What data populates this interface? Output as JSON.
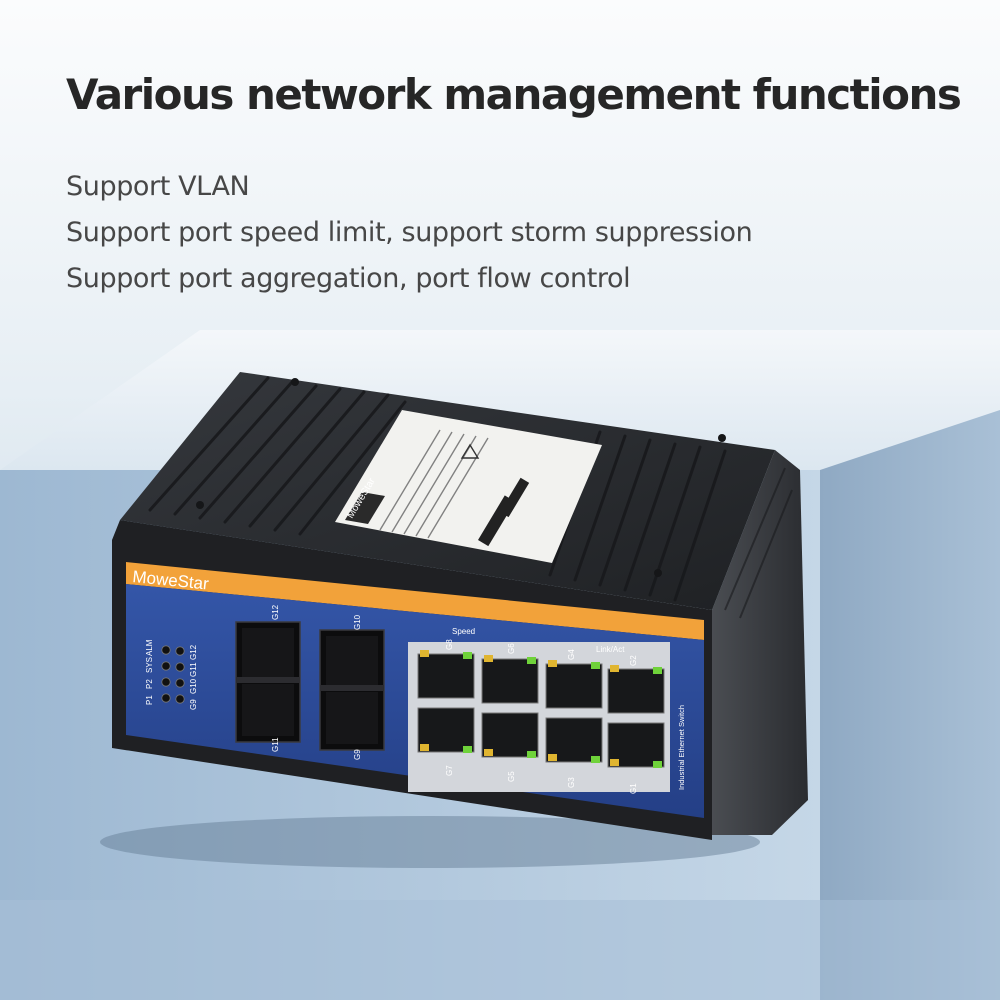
{
  "headline": "Various network management functions",
  "features": [
    "Support VLAN",
    "Support port speed limit, support storm suppression",
    "Support port aggregation, port flow control"
  ],
  "device": {
    "brand": "MoweStar",
    "label_brand": "MoweStar",
    "side_text": "Industrial Ethernet Switch",
    "speed_label": "Speed",
    "linkact_label": "Link/Act",
    "led_labels": [
      "P1",
      "P2",
      "SYS",
      "ALM",
      "G9",
      "G10",
      "G11",
      "G12"
    ],
    "sfp_top_labels": [
      "G12",
      "G10"
    ],
    "sfp_bottom_labels": [
      "G11",
      "G9"
    ],
    "rj45_top_labels": [
      "G8",
      "G6",
      "G4",
      "G2"
    ],
    "rj45_bottom_labels": [
      "G7",
      "G5",
      "G3",
      "G1"
    ],
    "colors": {
      "panel_blue": "#2c4b9a",
      "brand_orange": "#f2a23a",
      "housing": "#2b2d31",
      "led_green": "#6fd23a",
      "led_amber": "#e0b530"
    }
  }
}
